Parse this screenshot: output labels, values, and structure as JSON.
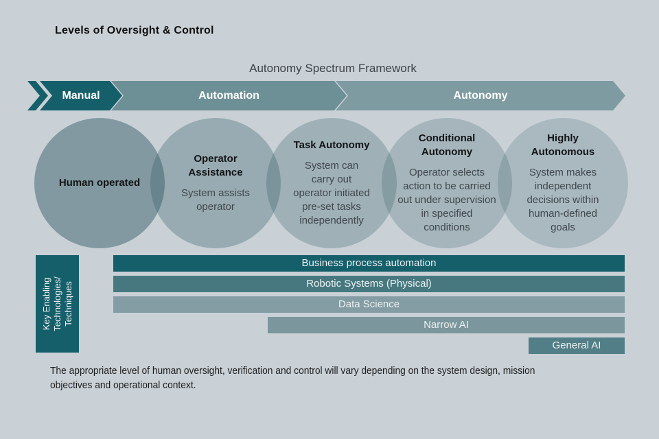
{
  "page": {
    "background_color": "#c9d1d7",
    "accent_dark_teal": "#155f6a"
  },
  "header": {
    "title": "Levels of Oversight & Control",
    "framework_title": "Autonomy Spectrum Framework"
  },
  "spectrum_arrow": {
    "segments": [
      {
        "label": "Manual",
        "color": "#155f6a"
      },
      {
        "label": "Automation",
        "color": "#6d9097"
      },
      {
        "label": "Autonomy",
        "color": "#7e9ba1"
      }
    ]
  },
  "levels": [
    {
      "title": "Human operated",
      "body": ""
    },
    {
      "title": "Operator\nAssistance",
      "body": "System assists\noperator"
    },
    {
      "title": "Task Autonomy",
      "body": "System can\ncarry out\noperator initiated\npre-set tasks\nindependently"
    },
    {
      "title": "Conditional\nAutonomy",
      "body": "Operator selects\naction to be carried\nout under supervision\nin specified\nconditions"
    },
    {
      "title": "Highly\nAutonomous",
      "body": "System makes\nindependent\ndecisions within\nhuman-defined\ngoals"
    }
  ],
  "technologies": {
    "axis_label": "Key Enabling\nTechnologies/\nTechniques",
    "bars": [
      {
        "label": "Business process automation",
        "color": "#155f6a"
      },
      {
        "label": "Robotic Systems (Physical)",
        "color": "#47787f"
      },
      {
        "label": "Data Science",
        "color": "#849da4"
      },
      {
        "label": "Narrow AI",
        "color": "#7b969d"
      },
      {
        "label": "General AI",
        "color": "#527e87"
      }
    ]
  },
  "footer": {
    "line1": "The appropriate level of human oversight, verification and control will vary depending on the system design, mission",
    "line2": "objectives and operational context."
  }
}
